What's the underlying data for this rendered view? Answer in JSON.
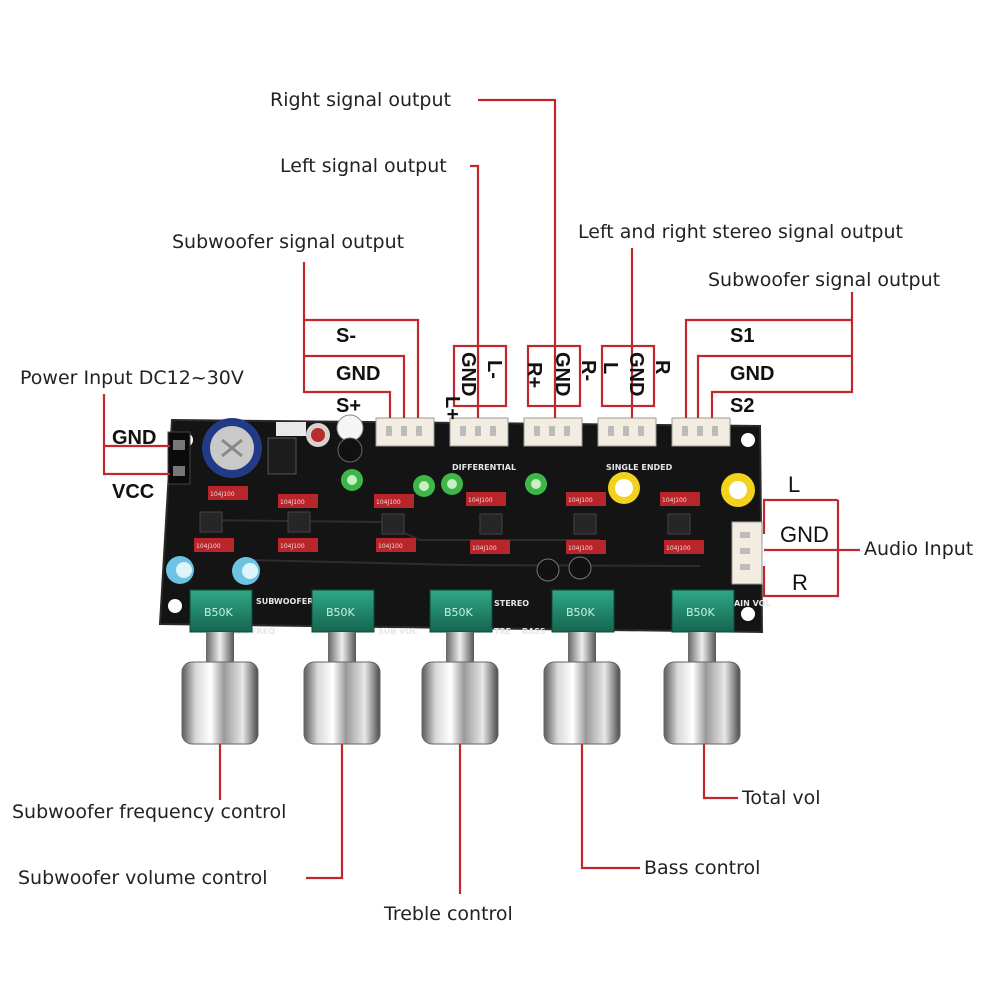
{
  "callouts": {
    "right_signal_output": "Right signal output",
    "left_signal_output": "Left signal output",
    "subwoofer_signal_output_left": "Subwoofer signal output",
    "stereo_signal_output": "Left and right stereo signal output",
    "subwoofer_signal_output_right": "Subwoofer signal output",
    "power_input": "Power Input DC12~30V",
    "audio_input": "Audio Input",
    "subwoofer_frequency_control": "Subwoofer frequency control",
    "subwoofer_volume_control": "Subwoofer volume control",
    "treble_control": "Treble control",
    "bass_control": "Bass control",
    "total_vol": "Total vol"
  },
  "pins": {
    "sub_left": [
      "S-",
      "GND",
      "S+"
    ],
    "differential_left": [
      "L+",
      "GND",
      "L-"
    ],
    "differential_right": [
      "R+",
      "GND",
      "R-"
    ],
    "stereo": [
      "L",
      "GND",
      "R"
    ],
    "sub_right": [
      "S1",
      "GND",
      "S2"
    ],
    "power": [
      "GND",
      "VCC"
    ],
    "audio_in": [
      "L",
      "GND",
      "R"
    ]
  },
  "board": {
    "silkscreen": {
      "subwoofer": "SUBWOOFER",
      "sub_freq": "SUB FREQ",
      "sub_vol": "SUB VOL",
      "tre": "TRE",
      "stereo": "STEREO",
      "bass": "BASS",
      "main_vol": "MAIN VOL",
      "differential": "DIFFERENTIAL",
      "single_ended": "SINGLE ENDED",
      "cap_code": "104J100",
      "pot_code_1": "B50K",
      "pot_code_2": "B50K",
      "pot_code_3": "B50K",
      "pot_code_4": "B50K",
      "pot_code_5": "B50K"
    }
  },
  "colors": {
    "leader_line": "#c0282d",
    "pcb": "#141414",
    "pot_body": "#1f8a6c",
    "capacitor": "#b8262b",
    "knob": "#c9c9c9"
  }
}
